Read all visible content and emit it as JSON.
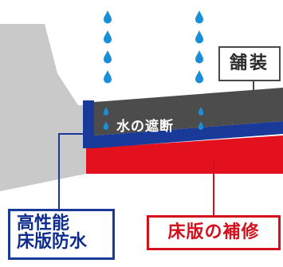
{
  "labels": {
    "water_block": "水の遮断",
    "pavement": "舗装",
    "deck_waterproof": [
      "高性能",
      "床版防水"
    ],
    "deck_repair": "床版の補修"
  },
  "colors": {
    "water_drop": "#1a8fd8",
    "concrete": "#c9c9c9",
    "pavement_layer": "#4c4c4c",
    "waterproof_layer": "#1a3a9a",
    "deck_layer": "#e3101e",
    "callout_blue": "#1a3a9a",
    "callout_red": "#d4101c"
  },
  "icons": {
    "rain": "water-drop-icon",
    "blocked_water": "water-drop-icon"
  }
}
